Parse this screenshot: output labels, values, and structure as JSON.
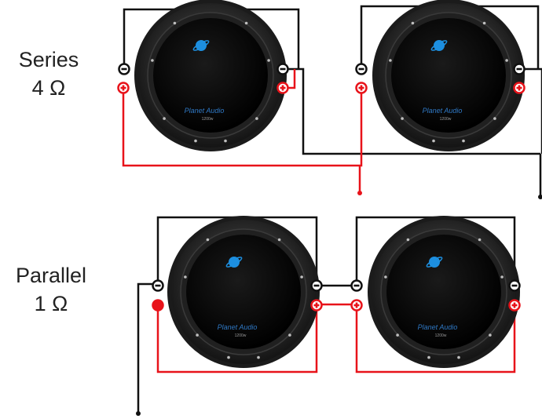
{
  "configs": {
    "series": {
      "name": "Series",
      "impedance": "4 Ω"
    },
    "parallel": {
      "name": "Parallel",
      "impedance": "1 Ω"
    }
  },
  "speaker": {
    "brand": "Planet Audio",
    "model": "1200w",
    "logo_icon": "planet-logo-icon"
  },
  "colors": {
    "negative_wire": "#111111",
    "positive_wire": "#e8131a",
    "speaker_surround": "#2c2c2c",
    "speaker_cone": "#050505",
    "logo": "#1d8fe0"
  },
  "icons": {
    "negative_terminal": "minus-terminal-icon",
    "positive_terminal": "plus-terminal-icon"
  }
}
